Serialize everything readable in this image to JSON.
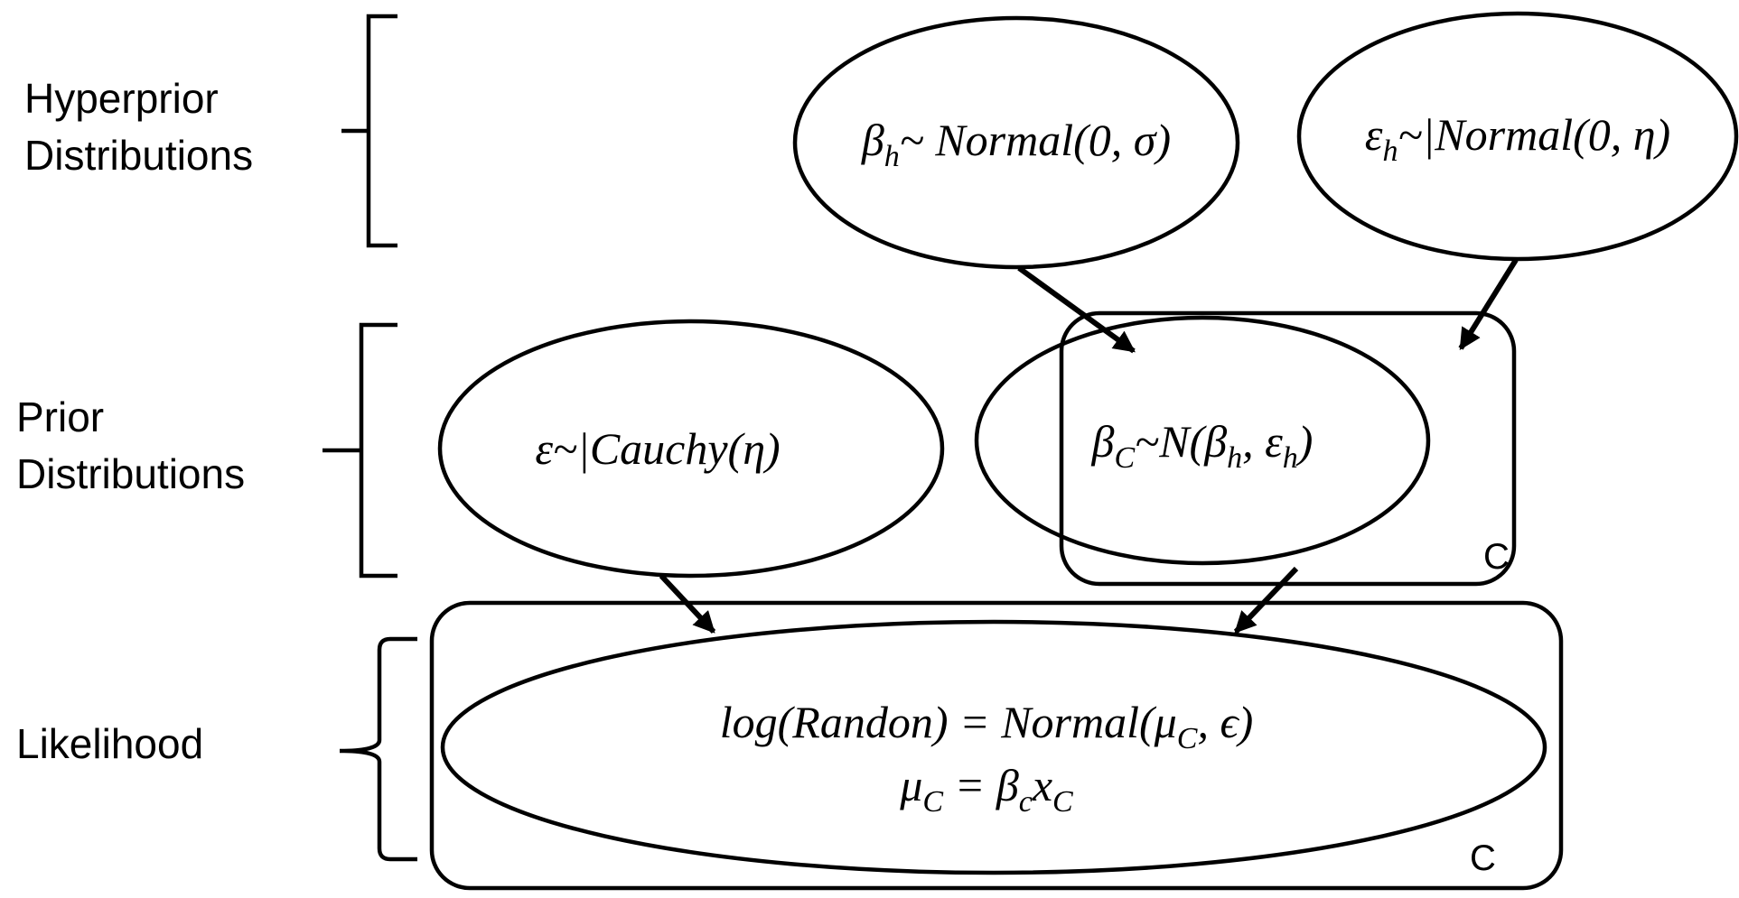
{
  "levels": {
    "hyperprior": {
      "line1": "Hyperprior",
      "line2": "Distributions"
    },
    "prior": {
      "line1": "Prior",
      "line2": "Distributions"
    },
    "likelihood": {
      "line1": "Likelihood"
    }
  },
  "nodes": {
    "beta_h": {
      "symbol": "β",
      "sub": "h",
      "rest": "~ Normal(0, σ)"
    },
    "eps_h": {
      "symbol": "ε",
      "sub": "h",
      "rest": "~|Normal(0, η)"
    },
    "eps": {
      "text": "ε~|Cauchy(η)"
    },
    "beta_c": {
      "symbol": "β",
      "sub": "C",
      "mid": "~N(β",
      "mid_sub": "h",
      "mid2": ", ε",
      "mid2_sub": "h",
      "end": ")"
    },
    "likelihood": {
      "l1_pre": "log(Randon) = Normal(μ",
      "l1_sub": "C",
      "l1_post": ", ϵ)",
      "l2_a": "μ",
      "l2_a_sub": "C",
      "l2_eq": " = β",
      "l2_b_sub": "c",
      "l2_x": "x",
      "l2_x_sub": "C"
    }
  },
  "plates": {
    "prior_plate": {
      "label": "C"
    },
    "likelihood_plate": {
      "label": "C"
    }
  }
}
